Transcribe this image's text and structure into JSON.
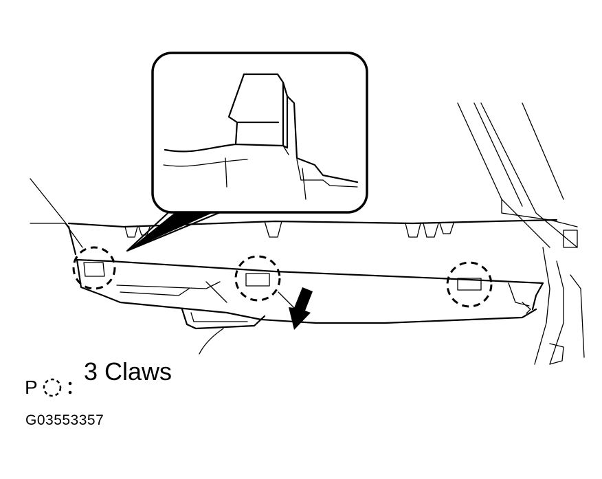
{
  "legend": {
    "prefix": "P",
    "separator": ":",
    "label": "3 Claws",
    "icon": "dashed-circle-icon"
  },
  "figure_code": "G03553357",
  "colors": {
    "ink": "#000000",
    "background": "#ffffff"
  }
}
